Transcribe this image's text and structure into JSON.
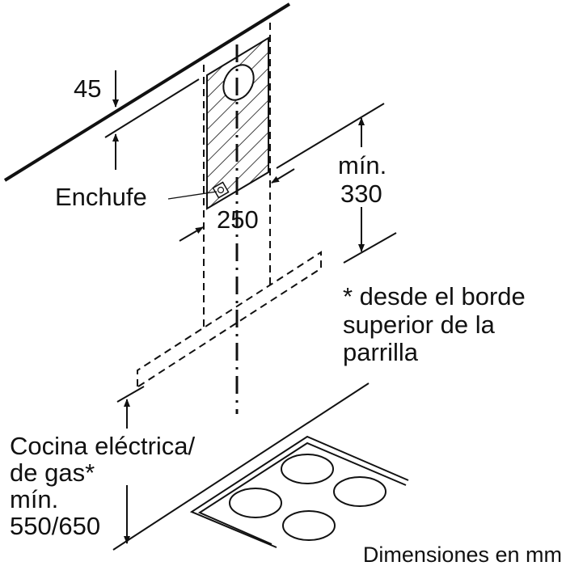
{
  "labels": {
    "dim_45": "45",
    "socket": "Enchufe",
    "dim_250": "250",
    "min_330_line1": "mín.",
    "min_330_line2": "330",
    "note_line1": "* desde el borde",
    "note_line2": "superior de la",
    "note_line3": "parrilla",
    "cooktop_line1": "Cocina eléctrica/",
    "cooktop_line2": "de gas*",
    "cooktop_line3": "mín.",
    "cooktop_line4": "550/650",
    "units": "Dimensiones en mm"
  }
}
